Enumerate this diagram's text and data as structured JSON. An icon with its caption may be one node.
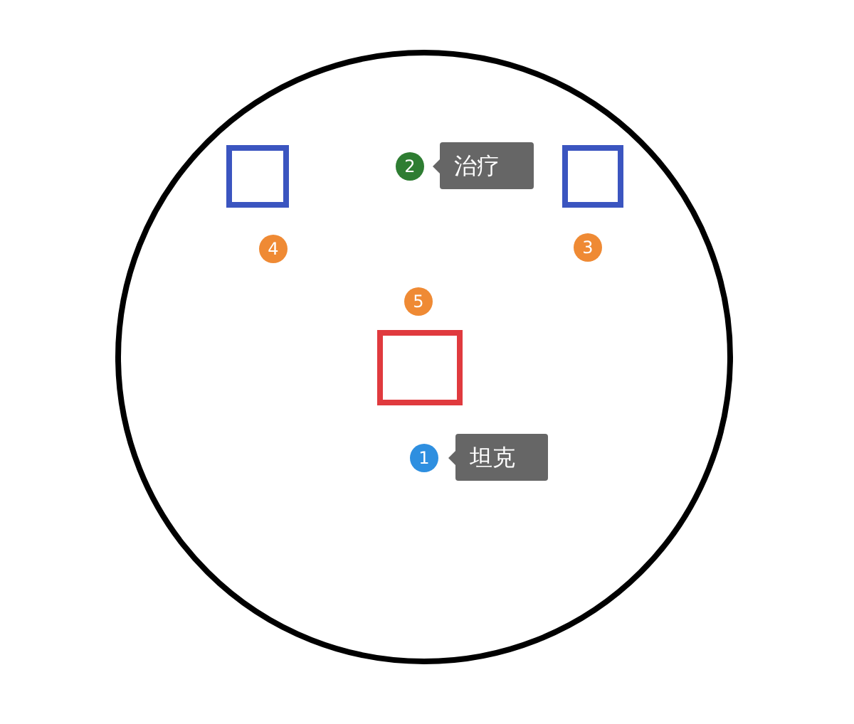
{
  "diagram": {
    "nodes": [
      {
        "text": [
          "2"
        ]
      },
      {
        "text": [
          "治疗"
        ]
      },
      {
        "text": [
          "4"
        ]
      },
      {
        "text": [
          "3"
        ]
      },
      {
        "text": [
          "5"
        ]
      },
      {
        "text": [
          "1"
        ]
      },
      {
        "text": [
          "坦克"
        ]
      }
    ]
  }
}
